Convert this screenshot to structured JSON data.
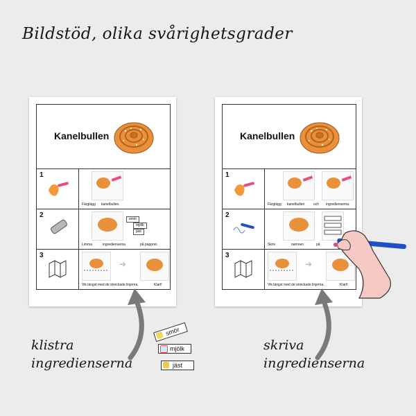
{
  "heading": "Bildstöd, olika svårighetsgrader",
  "left_sheet": {
    "title": "Kanelbullen",
    "rows": [
      {
        "num": "1",
        "captions": [
          "Färglägg",
          "kanelbullen."
        ]
      },
      {
        "num": "2",
        "captions": [
          "Limma",
          "ingredienserna",
          "på pappret."
        ],
        "chips": [
          "smör",
          "mjölk",
          "jäst"
        ]
      },
      {
        "num": "3",
        "captions": [
          "Vik längst med de streckade linjerna.",
          "Klart!"
        ]
      }
    ]
  },
  "right_sheet": {
    "title": "Kanelbullen",
    "rows": [
      {
        "num": "1",
        "captions": [
          "Färglägg",
          "kanelbullen",
          "och",
          "ingredienserna."
        ]
      },
      {
        "num": "2",
        "captions": [
          "Skriv",
          "namnen",
          "på"
        ]
      },
      {
        "num": "3",
        "captions": [
          "Vik längst med de streckade linjerna.",
          "Klart!"
        ]
      }
    ]
  },
  "left_label": {
    "line1": "klistra",
    "line2": "ingredienserna"
  },
  "right_label": {
    "line1": "skriva",
    "line2": "ingredienserna"
  },
  "cards": [
    "smör",
    "mjölk",
    "jäst"
  ],
  "colors": {
    "bun": "#e8913a",
    "bun_dark": "#b9601c",
    "arrow": "#7a7a7a",
    "pen": "#1e4fc9",
    "skin": "#f7c9c4"
  }
}
